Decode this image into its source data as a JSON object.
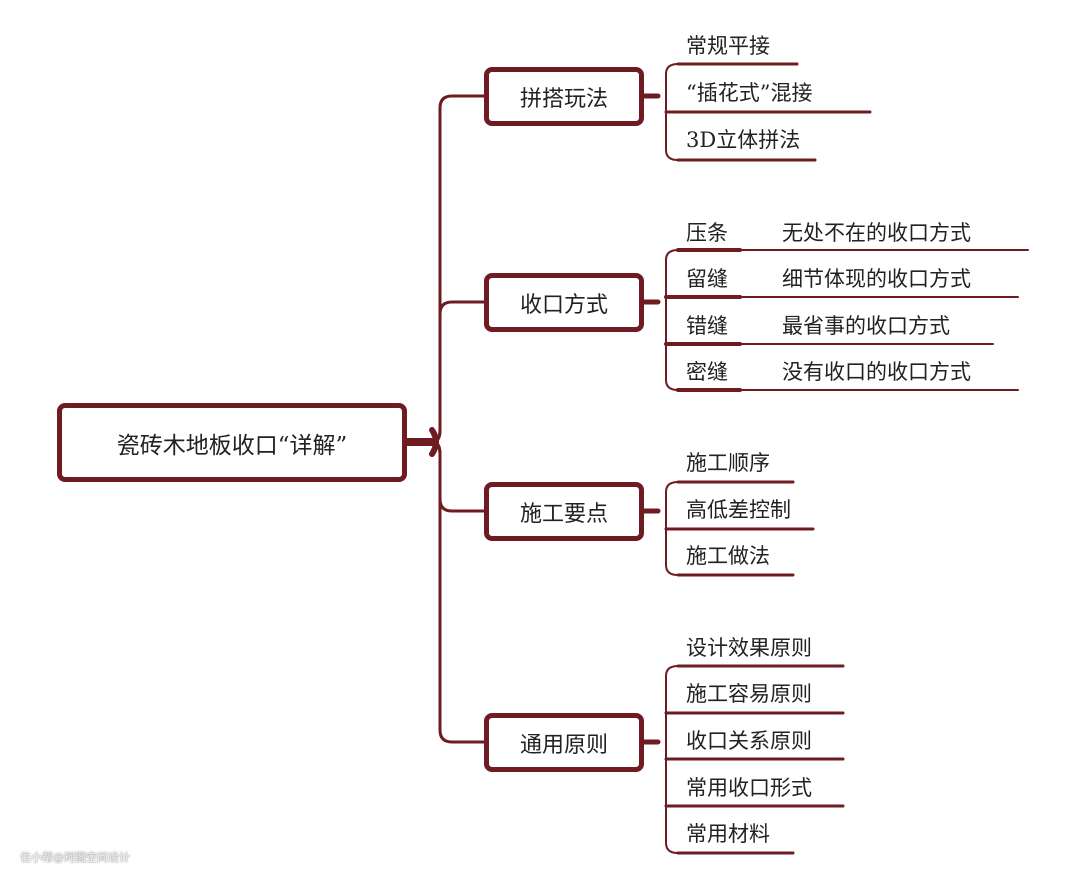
{
  "root": {
    "label": "瓷砖木地板收口“详解”"
  },
  "branches": [
    {
      "label": "拼搭玩法",
      "leaves": [
        "常规平接",
        "“插花式”混接",
        "3D立体拼法"
      ]
    },
    {
      "label": "收口方式",
      "leaves": [
        {
          "name": "压条",
          "desc": "无处不在的收口方式"
        },
        {
          "name": "留缝",
          "desc": "细节体现的收口方式"
        },
        {
          "name": "错缝",
          "desc": "最省事的收口方式"
        },
        {
          "name": "密缝",
          "desc": "没有收口的收口方式"
        }
      ]
    },
    {
      "label": "施工要点",
      "leaves": [
        "施工顺序",
        "高低差控制",
        "施工做法"
      ]
    },
    {
      "label": "通用原则",
      "leaves": [
        "设计效果原则",
        "施工容易原则",
        "收口关系原则",
        "常用收口形式",
        "常用材料"
      ]
    }
  ],
  "watermark": "住小帮@珂图空间设计",
  "colors": {
    "line": "#6e1c22",
    "text": "#222222"
  }
}
